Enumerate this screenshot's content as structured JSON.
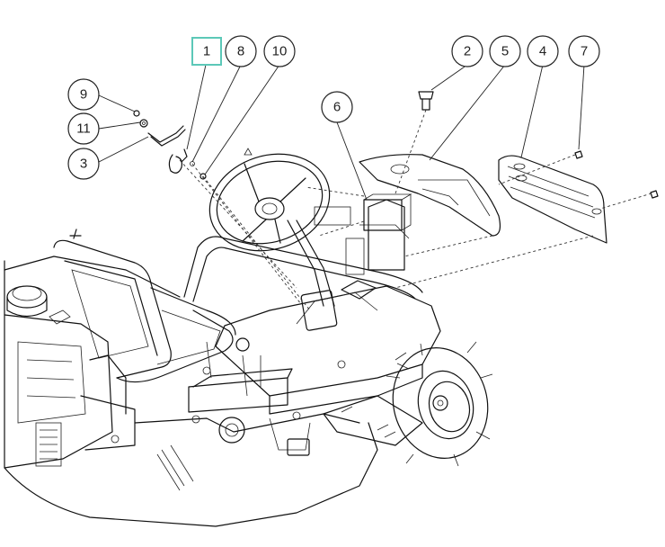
{
  "callouts": [
    {
      "label": "1",
      "selected": true,
      "accent": "#5cc8b8"
    },
    {
      "label": "8"
    },
    {
      "label": "10"
    },
    {
      "label": "9"
    },
    {
      "label": "11"
    },
    {
      "label": "3"
    },
    {
      "label": "2"
    },
    {
      "label": "5"
    },
    {
      "label": "4"
    },
    {
      "label": "7"
    },
    {
      "label": "6"
    }
  ]
}
